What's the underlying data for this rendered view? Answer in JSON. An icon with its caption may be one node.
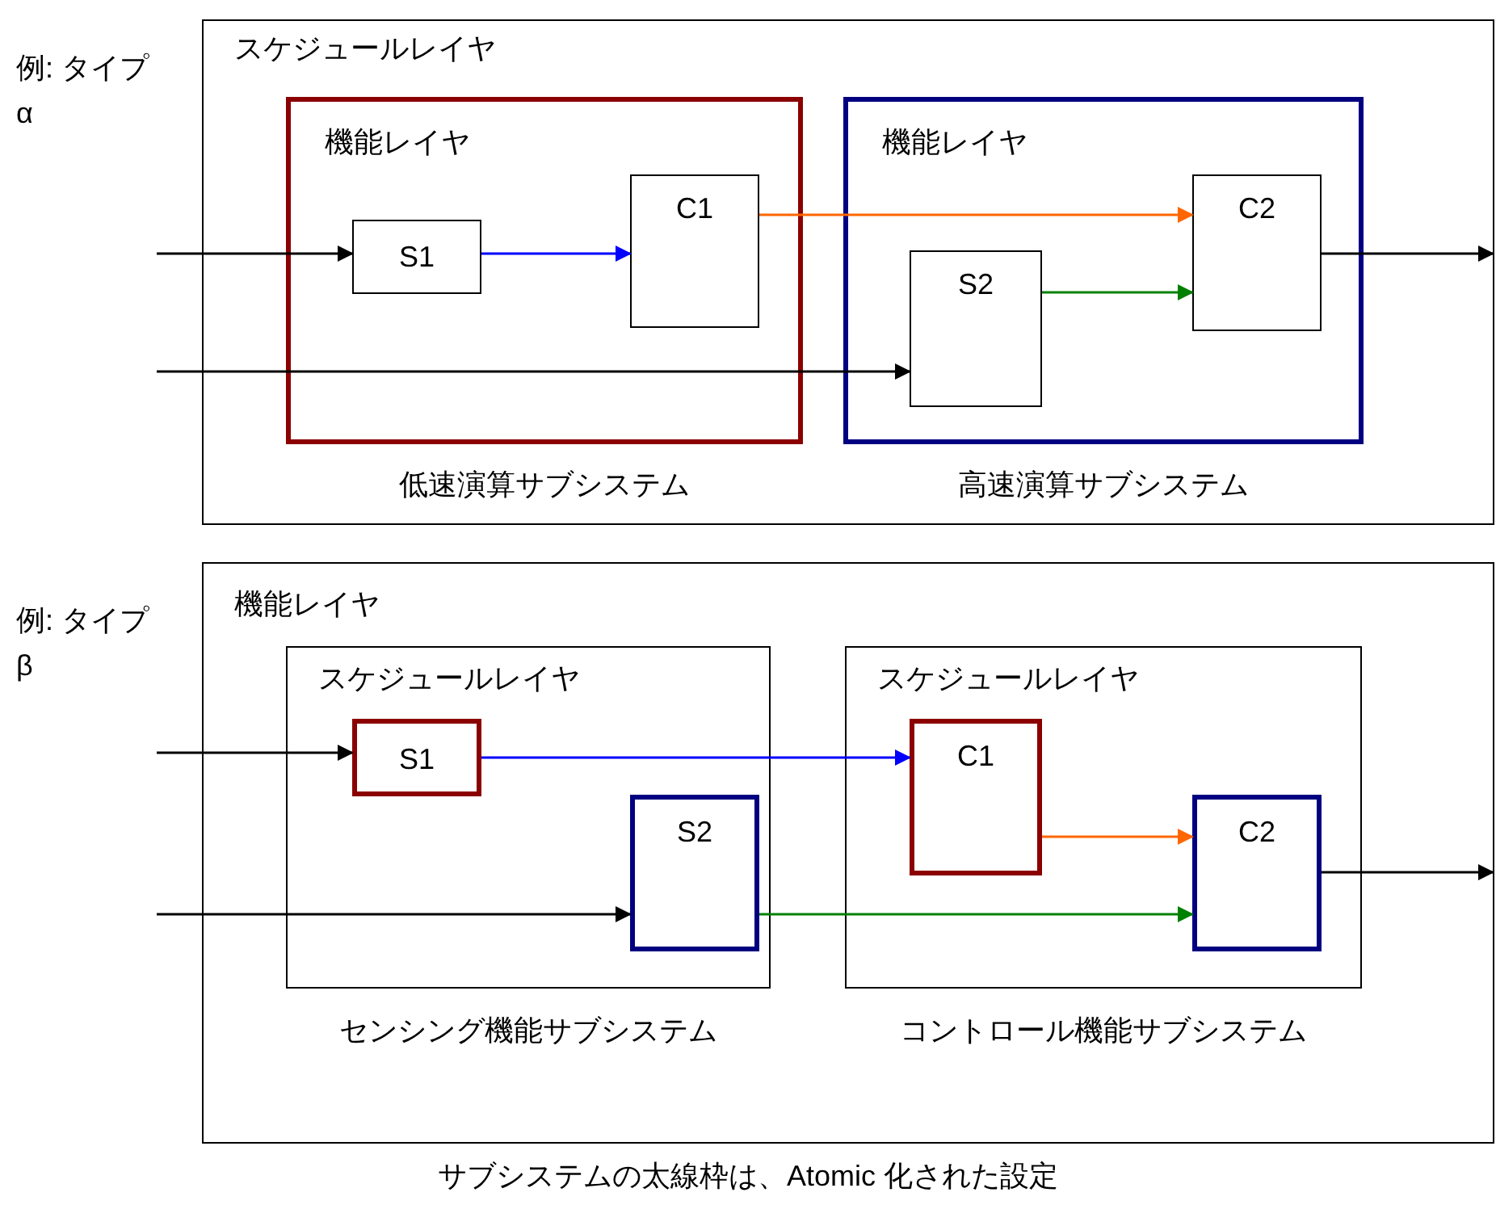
{
  "diagram": {
    "caption": "サブシステムの太線枠は、Atomic 化された設定",
    "nodes": [
      {
        "text": [
          "スケジュールレイヤ"
        ]
      },
      {
        "text": [
          "機能レイヤ",
          "低速演算サブシステム"
        ],
        "in": 0
      },
      {
        "text": [
          "S1"
        ],
        "in": 1
      },
      {
        "text": [
          "C1"
        ],
        "in": 1
      },
      {
        "text": [
          "機能レイヤ",
          "高速演算サブシステム"
        ],
        "in": 0
      },
      {
        "text": [
          "C2"
        ],
        "in": 4
      },
      {
        "text": [
          "S2"
        ],
        "in": 4
      },
      {
        "text": [
          "機能レイヤ"
        ]
      },
      {
        "text": [
          "スケジュールレイヤ",
          "センシング機能サブシステム"
        ],
        "in": 7
      },
      {
        "text": [
          "S1"
        ],
        "in": 8
      },
      {
        "text": [
          "S2"
        ],
        "in": 8
      },
      {
        "text": [
          "スケジュールレイヤ",
          "コントロール機能サブシステム"
        ],
        "in": 7
      },
      {
        "text": [
          "C1"
        ],
        "in": 11
      },
      {
        "text": [
          "C2"
        ],
        "in": 11
      }
    ],
    "edges": [
      {
        "from": null,
        "to": 2,
        "arrow": "to"
      },
      {
        "from": 2,
        "to": 3,
        "arrow": "to",
        "color": "#0000ff"
      },
      {
        "from": 3,
        "to": 5,
        "arrow": "to",
        "color": "#ff6600"
      },
      {
        "from": null,
        "to": 6,
        "arrow": "to"
      },
      {
        "from": 6,
        "to": 5,
        "arrow": "to",
        "color": "#008000"
      },
      {
        "from": 5,
        "to": null,
        "arrow": "to"
      },
      {
        "from": null,
        "to": 9,
        "arrow": "to"
      },
      {
        "from": 9,
        "to": 12,
        "arrow": "to",
        "color": "#0000ff"
      },
      {
        "from": null,
        "to": 10,
        "arrow": "to"
      },
      {
        "from": 12,
        "to": 13,
        "arrow": "to",
        "color": "#ff6600"
      },
      {
        "from": 10,
        "to": 13,
        "arrow": "to",
        "color": "#008000"
      },
      {
        "from": 13,
        "to": null,
        "arrow": "to"
      }
    ],
    "labels": [
      "例: タイプ α",
      "例: タイプ β"
    ]
  }
}
